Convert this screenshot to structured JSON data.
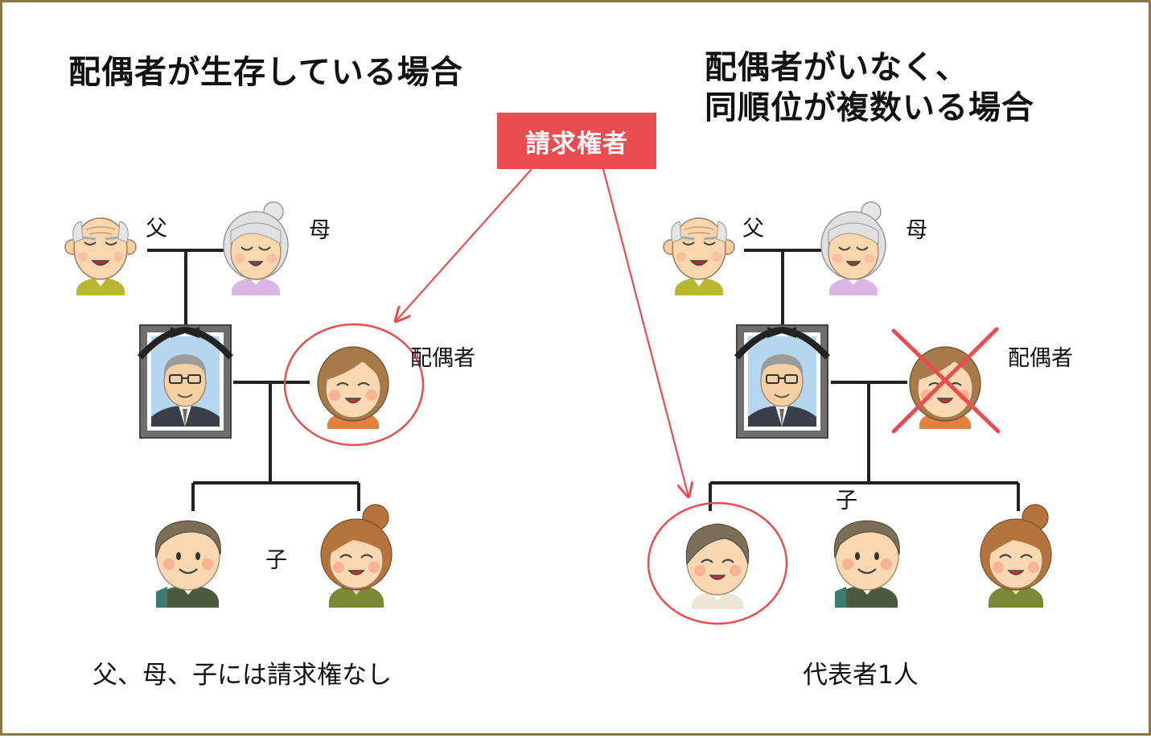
{
  "left": {
    "title": "配偶者が生存している場合",
    "father_label": "父",
    "mother_label": "母",
    "spouse_label": "配偶者",
    "children_label": "子",
    "caption": "父、母、子には請求権なし"
  },
  "right": {
    "title_line1": "配偶者がいなく、",
    "title_line2": "同順位が複数いる場合",
    "father_label": "父",
    "mother_label": "母",
    "spouse_label": "配偶者",
    "children_label": "子",
    "caption": "代表者1人"
  },
  "badge": {
    "label": "請求権者"
  },
  "colors": {
    "frame": "#8b7445",
    "accent_red": "#ea4d4f",
    "line": "#222222"
  }
}
